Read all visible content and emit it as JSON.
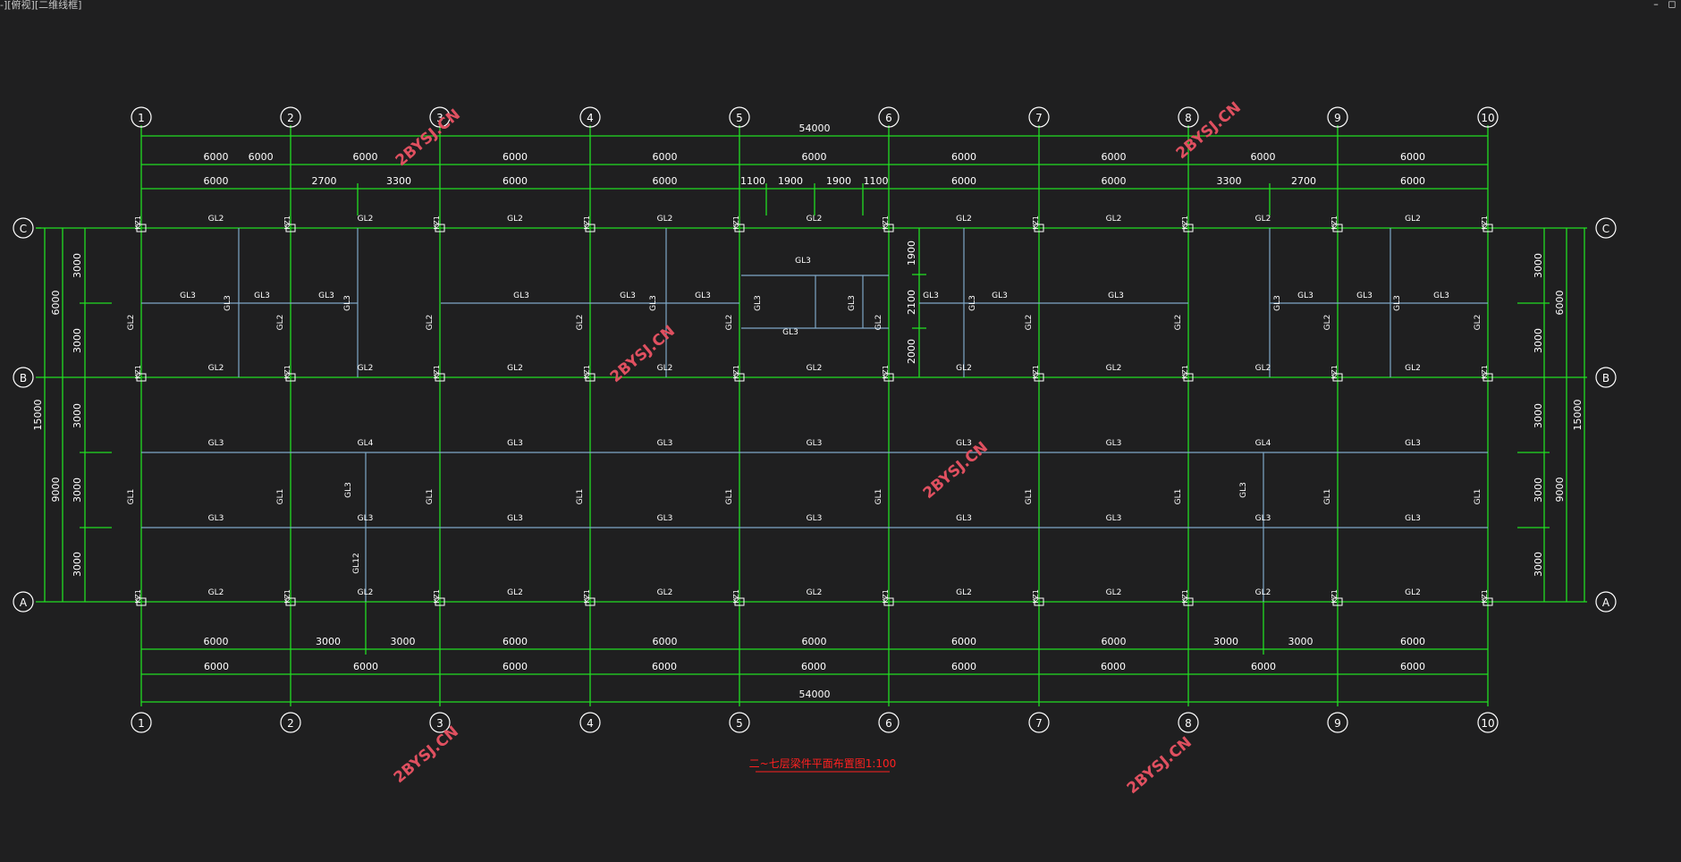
{
  "viewport_label": "-][俯视][二维线框]",
  "window_buttons": {
    "minimize": "–",
    "restore": "◻"
  },
  "colors": {
    "background": "#1f1f20",
    "axis_line": "#22dd22",
    "beam_line": "#7fa8c8",
    "text": "#ffffff",
    "watermark": "#e05060",
    "title": "#ff2020"
  },
  "grid": {
    "columns": [
      "1",
      "2",
      "3",
      "4",
      "5",
      "6",
      "7",
      "8",
      "9",
      "10"
    ],
    "rows": [
      "C",
      "B",
      "A"
    ],
    "top_total": "54000",
    "top_row1": [
      "6000",
      "6000",
      "6000",
      "6000",
      "6000",
      "6000",
      "6000",
      "6000",
      "6000",
      "6000"
    ],
    "top_row2": [
      "6000",
      "2700",
      "3300",
      "6000",
      "6000",
      "1100",
      "1900",
      "1900",
      "1100",
      "6000",
      "6000",
      "3300",
      "2700",
      "6000"
    ],
    "bottom_row1": [
      "6000",
      "3000",
      "3000",
      "6000",
      "6000",
      "6000",
      "6000",
      "6000",
      "3000",
      "3000",
      "6000"
    ],
    "bottom_row2": [
      "6000",
      "6000",
      "6000",
      "6000",
      "6000",
      "6000",
      "6000",
      "6000",
      "6000"
    ],
    "bottom_total": "54000",
    "left_outer": [
      "6000",
      "15000",
      "9000"
    ],
    "left_inner": [
      "3000",
      "3000",
      "3000",
      "3000",
      "3000"
    ],
    "right_outer": [
      "6000",
      "15000",
      "9000"
    ],
    "right_inner": [
      "3000",
      "3000",
      "3000",
      "3000",
      "3000"
    ],
    "stair_dims": [
      "1900",
      "2100",
      "2000"
    ]
  },
  "beam_labels": {
    "gl1": "GL1",
    "gl2": "GL2",
    "gl3": "GL3",
    "gl4": "GL4",
    "gl12": "GL12",
    "column_tag": "KZ1"
  },
  "watermark_text": "2BYSJ.CN",
  "drawing_title": "二~七层梁件平面布置图1:100"
}
